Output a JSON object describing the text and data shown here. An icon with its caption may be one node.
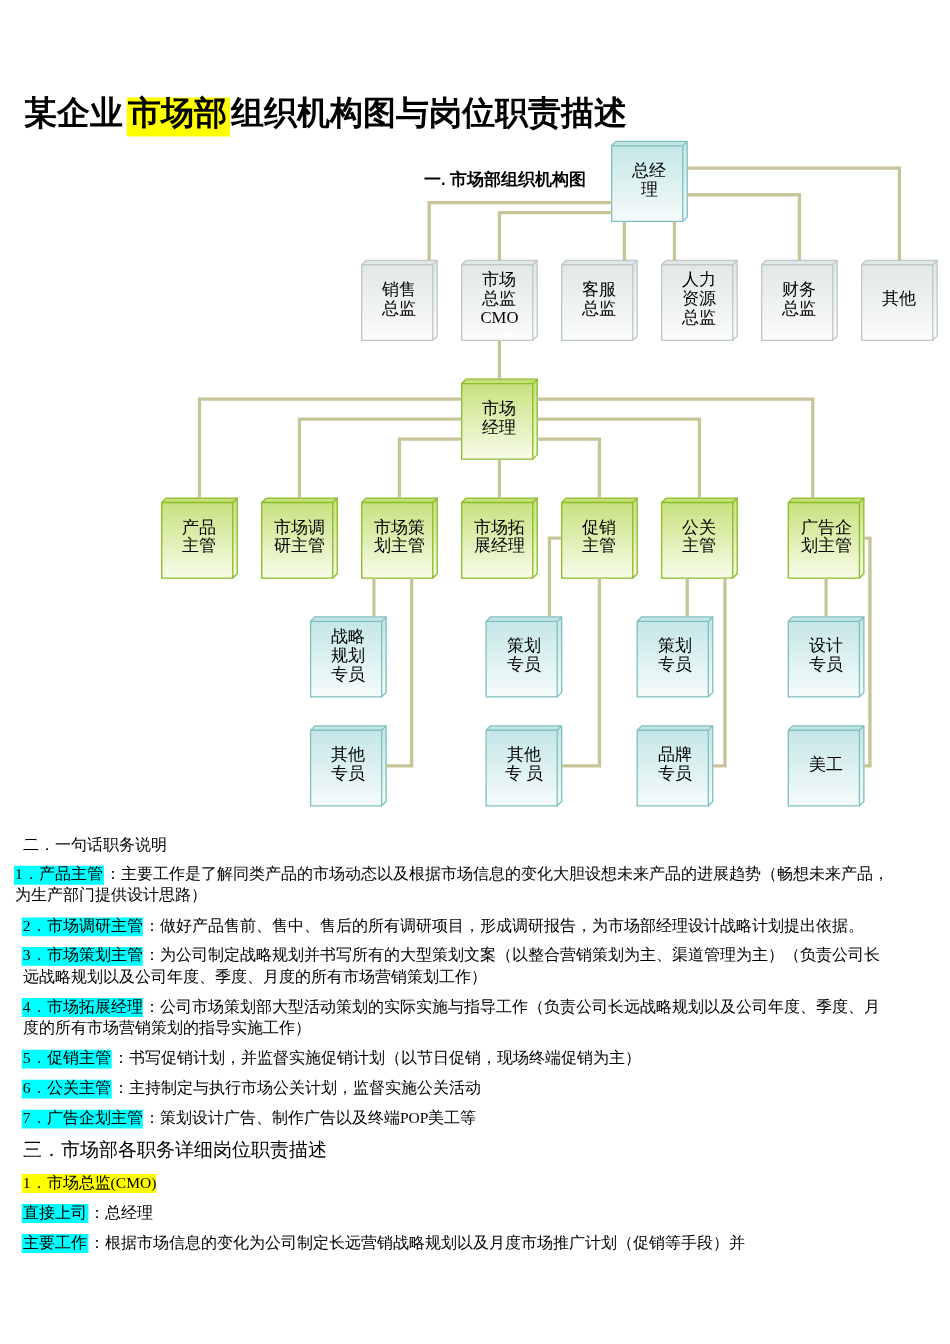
{
  "diagram": {
    "title": "某企业市场部组织机构图与岗位职责描述",
    "nodes": [
      {
        "text": [
          "总经理"
        ]
      },
      {
        "text": [
          "销售总监"
        ]
      },
      {
        "text": [
          "市场总监CMO"
        ]
      },
      {
        "text": [
          "客服总监"
        ]
      },
      {
        "text": [
          "人力资源总监"
        ]
      },
      {
        "text": [
          "财务总监"
        ]
      },
      {
        "text": [
          "其他"
        ]
      },
      {
        "text": [
          "市场经理"
        ]
      },
      {
        "text": [
          "产品主管"
        ]
      },
      {
        "text": [
          "市场调研主管"
        ]
      },
      {
        "text": [
          "市场策划主管"
        ]
      },
      {
        "text": [
          "市场拓展经理"
        ]
      },
      {
        "text": [
          "促销主管"
        ]
      },
      {
        "text": [
          "公关主管"
        ]
      },
      {
        "text": [
          "广告企划主管"
        ]
      },
      {
        "text": [
          "战略规划专员"
        ]
      },
      {
        "text": [
          "策划专员"
        ]
      },
      {
        "text": [
          "策划专员"
        ]
      },
      {
        "text": [
          "设计专员"
        ]
      },
      {
        "text": [
          "其他专员"
        ]
      },
      {
        "text": [
          "其他专 员"
        ]
      },
      {
        "text": [
          "品牌专员"
        ]
      },
      {
        "text": [
          "美工"
        ]
      }
    ],
    "edges": [
      {
        "from": 0,
        "to": 1,
        "arrow": "none"
      },
      {
        "from": 0,
        "to": 2,
        "arrow": "none"
      },
      {
        "from": 0,
        "to": 3,
        "arrow": "none"
      },
      {
        "from": 0,
        "to": 4,
        "arrow": "none"
      },
      {
        "from": 0,
        "to": 5,
        "arrow": "none"
      },
      {
        "from": 0,
        "to": 6,
        "arrow": "none"
      },
      {
        "from": 2,
        "to": 7,
        "arrow": "none"
      },
      {
        "from": 7,
        "to": 8,
        "arrow": "none"
      },
      {
        "from": 7,
        "to": 9,
        "arrow": "none"
      },
      {
        "from": 7,
        "to": 10,
        "arrow": "none"
      },
      {
        "from": 7,
        "to": 11,
        "arrow": "none"
      },
      {
        "from": 7,
        "to": 12,
        "arrow": "none"
      },
      {
        "from": 7,
        "to": 13,
        "arrow": "none"
      },
      {
        "from": 7,
        "to": 14,
        "arrow": "none"
      },
      {
        "from": 10,
        "to": 15,
        "arrow": "none"
      },
      {
        "from": 10,
        "to": 19,
        "arrow": "none"
      },
      {
        "from": 12,
        "to": 16,
        "arrow": "none"
      },
      {
        "from": 12,
        "to": 20,
        "arrow": "none"
      },
      {
        "from": 13,
        "to": 17,
        "arrow": "none"
      },
      {
        "from": 13,
        "to": 21,
        "arrow": "none"
      },
      {
        "from": 14,
        "to": 18,
        "arrow": "none"
      },
      {
        "from": 14,
        "to": 22,
        "arrow": "none"
      }
    ],
    "labels": [
      "一. 市场部组织机构图",
      "二．一句话职务说明",
      "1．产品主管：主要工作是了解同类产品的市场动态以及根据市场信息的变化大胆设想未来产品的进展趋势（畅想未来产品，为生产部门提供设计思路）",
      "2．市场调研主管：做好产品售前、售中、售后的所有调研项目，形成调研报告，为市场部经理设计战略计划提出依据。",
      "3．市场策划主管：为公司制定战略规划并书写所有的大型策划文案（以整合营销策划为主、渠道管理为主）（负责公司长远战略规划以及公司年度、季度、月度的所有市场营销策划工作）",
      "4．市场拓展经理：公司市场策划部大型活动策划的实际实施与指导工作（负责公司长远战略规划以及公司年度、季度、月度的所有市场营销策划的指导实施工作）",
      "5．促销主管：书写促销计划，并监督实施促销计划（以节日促销，现场终端促销为主）",
      "6．公关主管：主持制定与执行市场公关计划，监督实施公关活动",
      "7．广告企划主管：策划设计广告、制作广告以及终端POP美工等",
      "三．市场部各职务详细岗位职责描述",
      "1．市场总监(CMO)",
      "直接上司：总经理",
      "主要工作：根据市场信息的变化为公司制定长远营销战略规划以及月度市场推广计划（促销等手段）并"
    ]
  }
}
